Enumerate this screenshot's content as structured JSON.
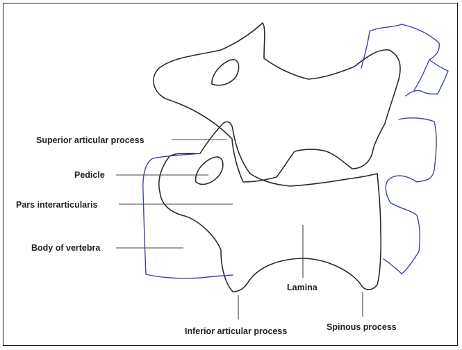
{
  "colors": {
    "outline": "#2a2a2a",
    "posterior_outline": "#3b44a8",
    "leader": "#444444",
    "text": "#222222",
    "frame": "#1a1a1a"
  },
  "labels": {
    "superior_articular_process": "Superior articular process",
    "pedicle": "Pedicle",
    "pars_interarticularis": "Pars interarticularis",
    "body_of_vertebra": "Body of vertebra",
    "lamina": "Lamina",
    "inferior_articular_process": "Inferior articular process",
    "spinous_process": "Spinous process"
  }
}
